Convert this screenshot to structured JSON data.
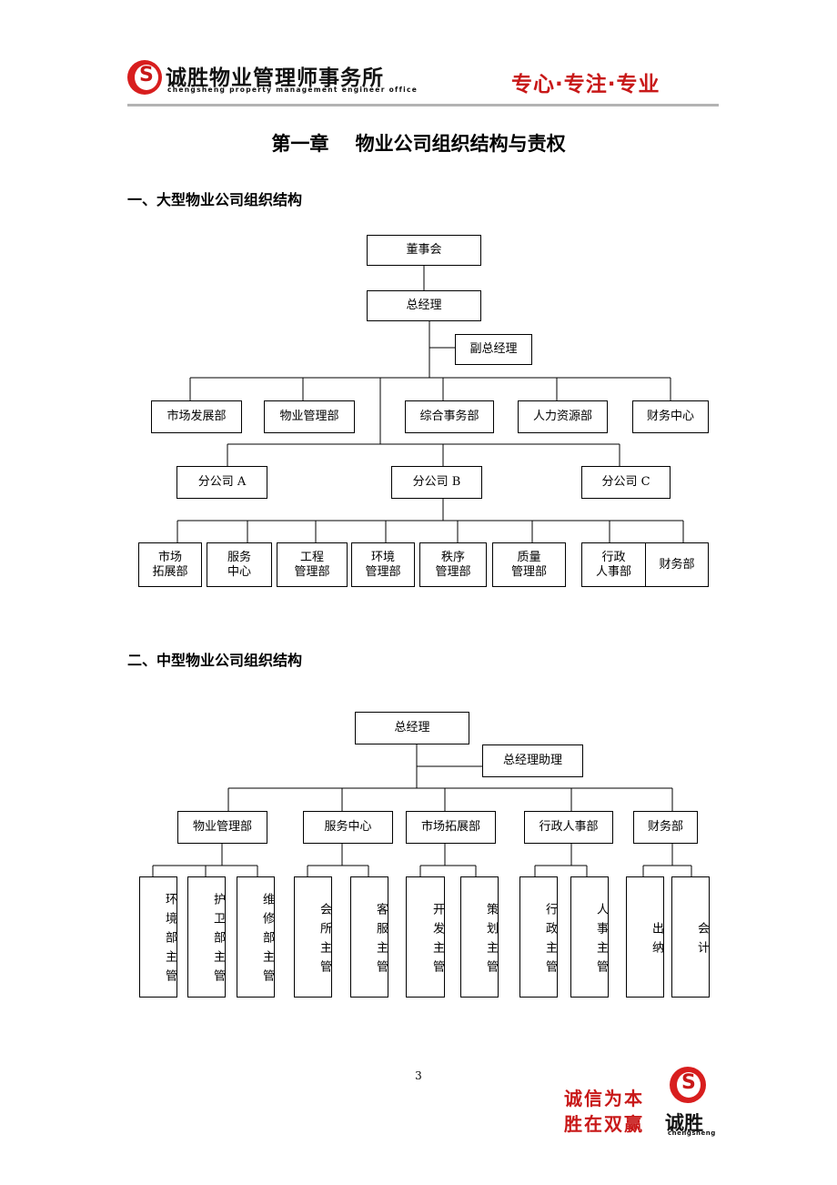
{
  "header": {
    "logo_title": "诚胜物业管理师事务所",
    "logo_subtitle": "chengsheng property management engineer office",
    "slogan": "专心·专注·专业"
  },
  "title": "第一章    物业公司组织结构与责权",
  "section1": {
    "heading": "一、大型物业公司组织结构",
    "board": "董事会",
    "gm": "总经理",
    "vgm": "副总经理",
    "depts": [
      "市场发展部",
      "物业管理部",
      "综合事务部",
      "人力资源部",
      "财务中心"
    ],
    "branches": [
      "分公司 A",
      "分公司 B",
      "分公司 C"
    ],
    "subdepts": [
      "市场\n拓展部",
      "服务\n中心",
      "工程\n管理部",
      "环境\n管理部",
      "秩序\n管理部",
      "质量\n管理部",
      "行政\n人事部",
      "财务部"
    ]
  },
  "section2": {
    "heading": "二、中型物业公司组织结构",
    "gm": "总经理",
    "assistant": "总经理助理",
    "depts": [
      "物业管理部",
      "服务中心",
      "市场拓展部",
      "行政人事部",
      "财务部"
    ],
    "leaves": [
      "环境部主管",
      "护卫部主管",
      "维修部主管",
      "会所主管",
      "客服主管",
      "开发主管",
      "策划主管",
      "行政主管",
      "人事主管",
      "出纳",
      "会计"
    ]
  },
  "page_number": "3",
  "footer": {
    "motto": "诚信为本\n胜在双赢",
    "brand": "诚胜",
    "brand_sub": "chengsheng"
  }
}
